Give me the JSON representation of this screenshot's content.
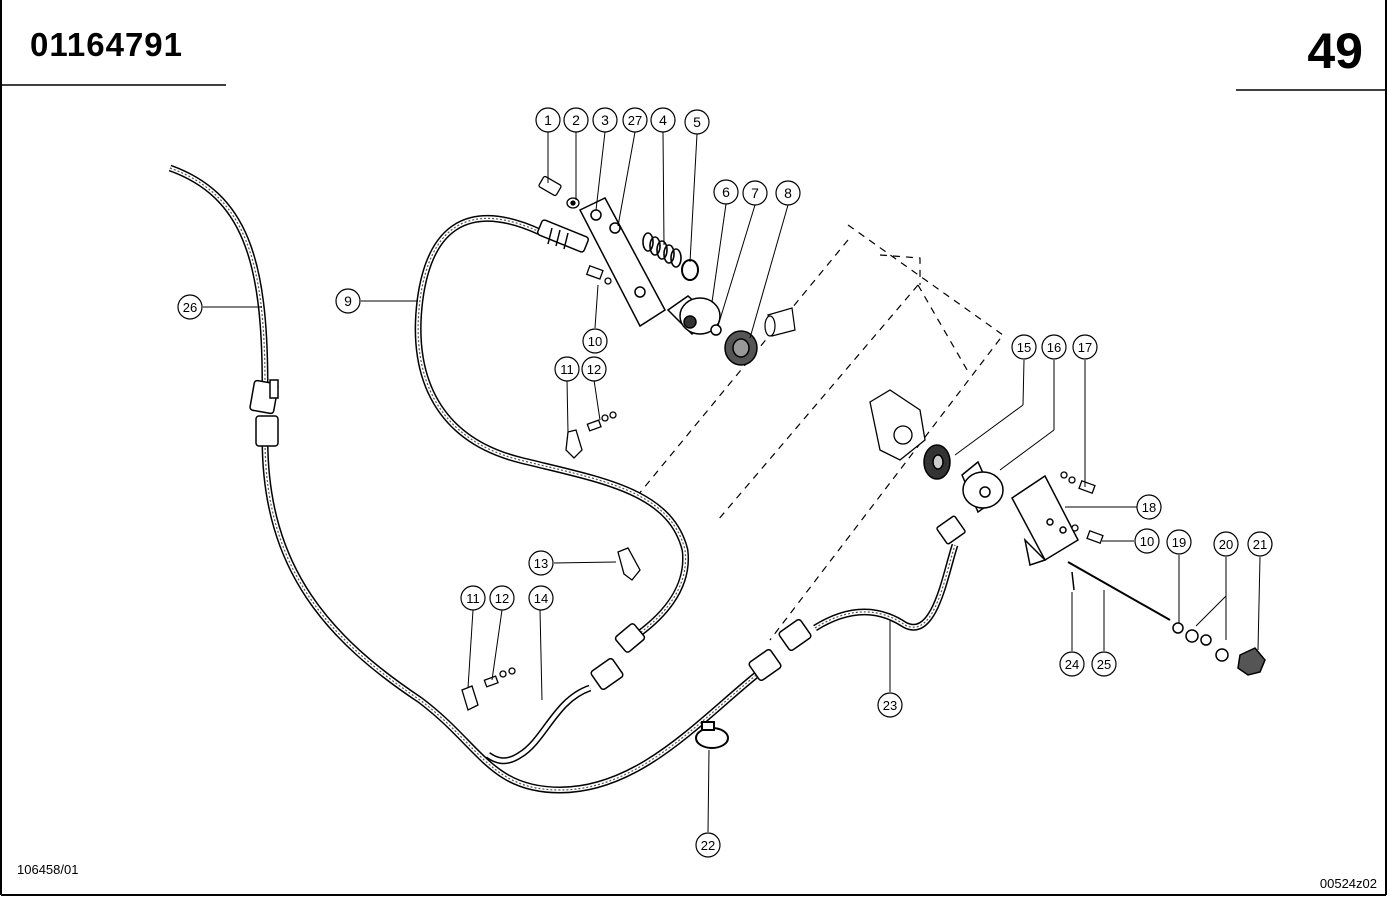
{
  "header": {
    "part_number": "01164791",
    "page": "49"
  },
  "footer": {
    "ref_left": "106458/01",
    "ref_right": "00524z02"
  },
  "callouts": [
    "1",
    "2",
    "3",
    "27",
    "4",
    "5",
    "6",
    "7",
    "8",
    "9",
    "10",
    "11",
    "12",
    "13",
    "14",
    "15",
    "16",
    "17",
    "18",
    "10",
    "19",
    "20",
    "21",
    "22",
    "23",
    "24",
    "25",
    "26",
    "11",
    "12"
  ]
}
